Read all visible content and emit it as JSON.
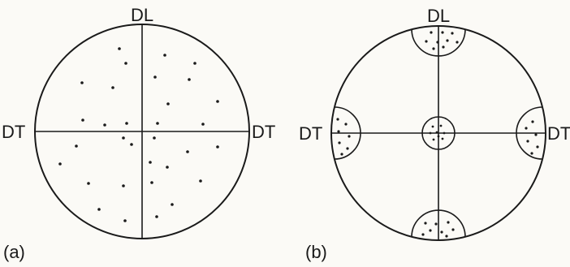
{
  "panels": [
    {
      "id": "a",
      "label": "(a)",
      "axis_top": "DL",
      "axis_left": "DT",
      "axis_right": "DT",
      "pattern": "random"
    },
    {
      "id": "b",
      "label": "(b)",
      "axis_top": "DL",
      "axis_left": "DT",
      "axis_right": "DT",
      "pattern": "clustered"
    }
  ],
  "colors": {
    "ink": "#1a1a1a",
    "paper": "#fbfaf6"
  }
}
